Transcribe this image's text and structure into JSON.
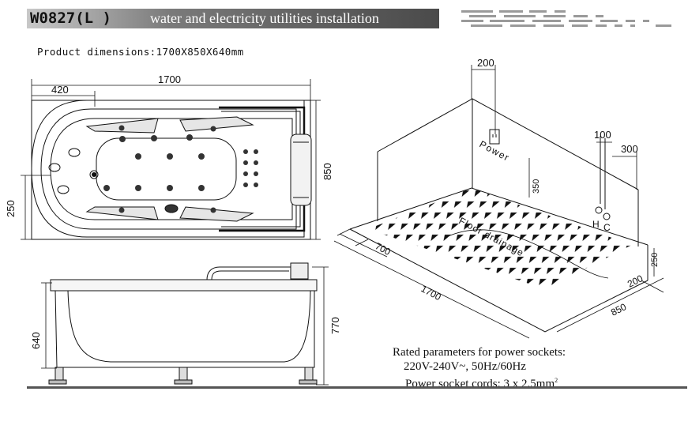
{
  "header": {
    "model_code": "W0827(L )",
    "title": "water and electricity utilities installation"
  },
  "product_dimensions": "Product dimensions:1700X850X640mm",
  "top_view": {
    "length": "1700",
    "offset": "420",
    "width": "850",
    "left_offset": "250"
  },
  "side_view": {
    "tub_height": "640",
    "total_height": "770"
  },
  "room_view": {
    "power_from_corner": "200",
    "water_offset_h": "100",
    "water_offset_c": "300",
    "power_label": "Power",
    "power_height": "350",
    "drain_label": "Floor drainage",
    "hot_label": "H",
    "cold_label": "C",
    "floor_width_offset": "700",
    "floor_length": "1700",
    "floor_depth": "850",
    "wall_offset": "200",
    "pipe_height": "250"
  },
  "rated_parameters": {
    "heading": "Rated parameters for power sockets:",
    "voltage": "220V-240V~, 50Hz/60Hz",
    "cords_prefix": "Power socket cords: 3 x 2.5mm",
    "cords_sup": "2"
  },
  "colors": {
    "header_dark": "#4a4a4a",
    "line": "#111111"
  }
}
